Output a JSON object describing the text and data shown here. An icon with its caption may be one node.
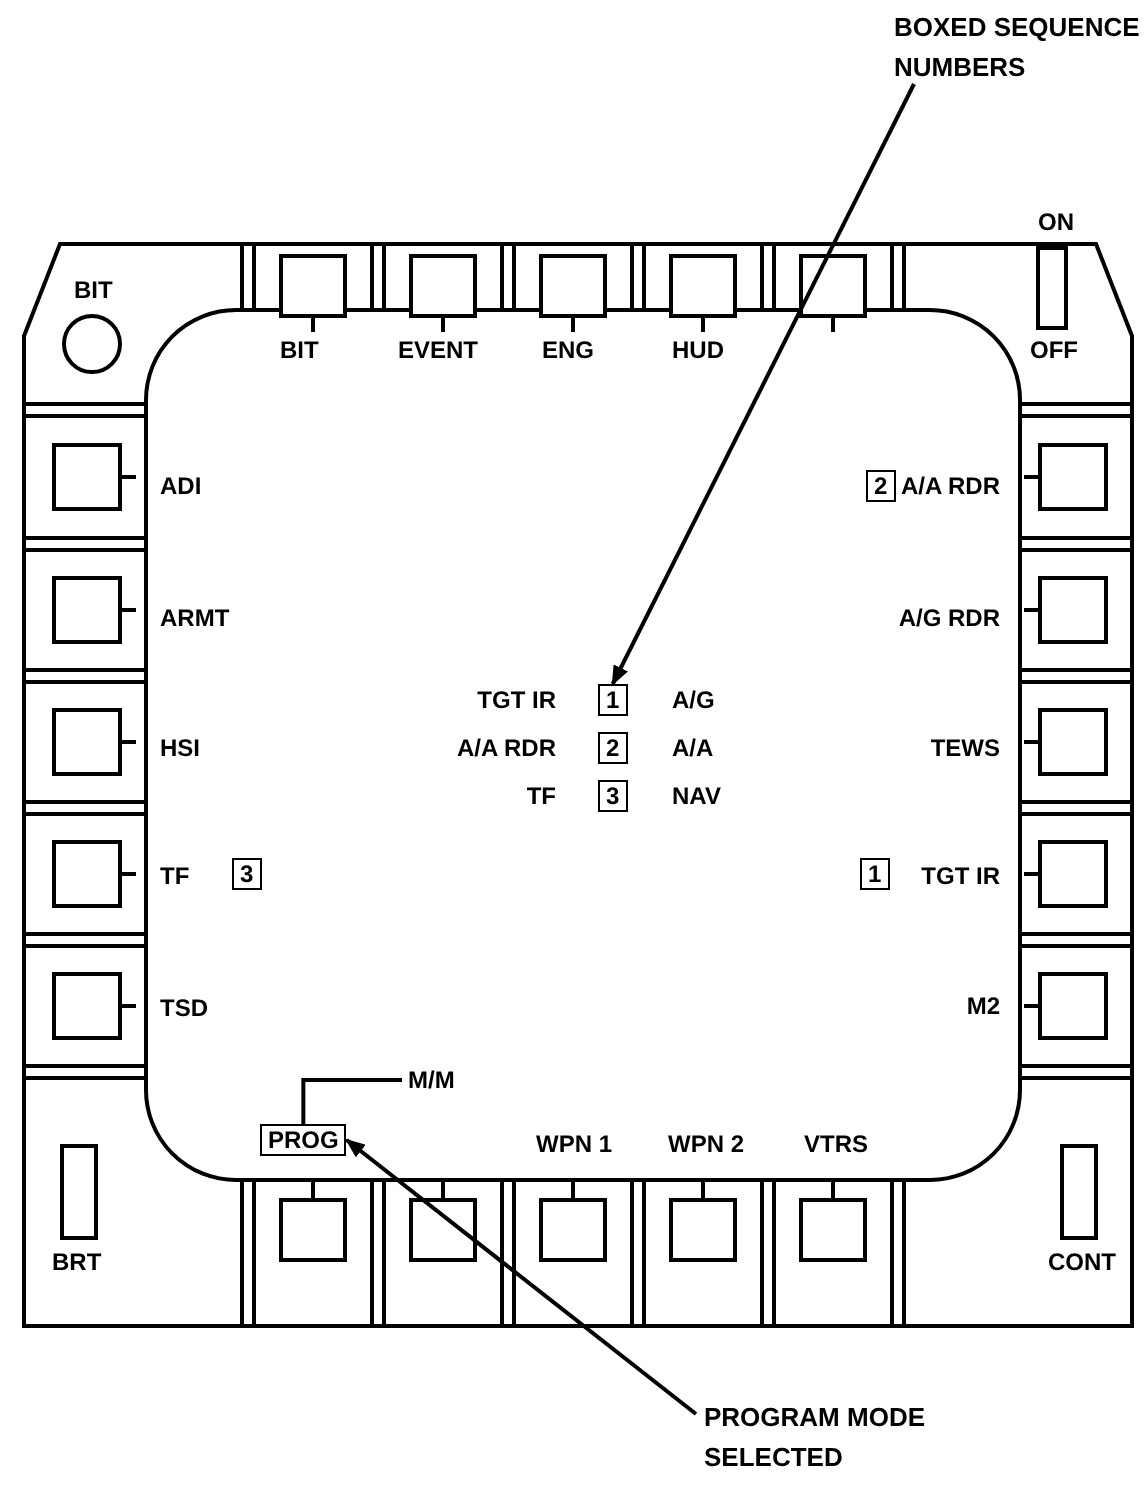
{
  "diagram": {
    "nodes": [
      {
        "text": [
          "BOXED SEQUENCE NUMBERS"
        ]
      },
      {
        "text": [
          "2"
        ]
      },
      {
        "text": [
          "1"
        ]
      },
      {
        "text": [
          "2"
        ]
      },
      {
        "text": [
          "3"
        ]
      },
      {
        "text": [
          "3"
        ]
      },
      {
        "text": [
          "1"
        ]
      },
      {
        "text": [
          "M/M"
        ]
      },
      {
        "text": [
          "PROG"
        ]
      },
      {
        "text": [
          "PROGRAM MODE SELECTED"
        ]
      }
    ],
    "edges": [
      {
        "from": 0,
        "to": 2,
        "arrow": "to"
      },
      {
        "from": 7,
        "to": 8,
        "arrow": "none"
      },
      {
        "from": 9,
        "to": 8,
        "arrow": "to"
      }
    ],
    "labels": [
      "ON",
      "BIT",
      "BIT",
      "EVENT",
      "ENG",
      "HUD",
      "OFF",
      "ADI",
      "A/A RDR",
      "ARMT",
      "A/G RDR",
      "TGT IR",
      "A/G",
      "HSI",
      "A/A RDR",
      "A/A",
      "TEWS",
      "TF",
      "NAV",
      "TF",
      "TGT IR",
      "TSD",
      "M2",
      "WPN 1",
      "WPN 2",
      "VTRS",
      "BRT",
      "CONT"
    ]
  }
}
